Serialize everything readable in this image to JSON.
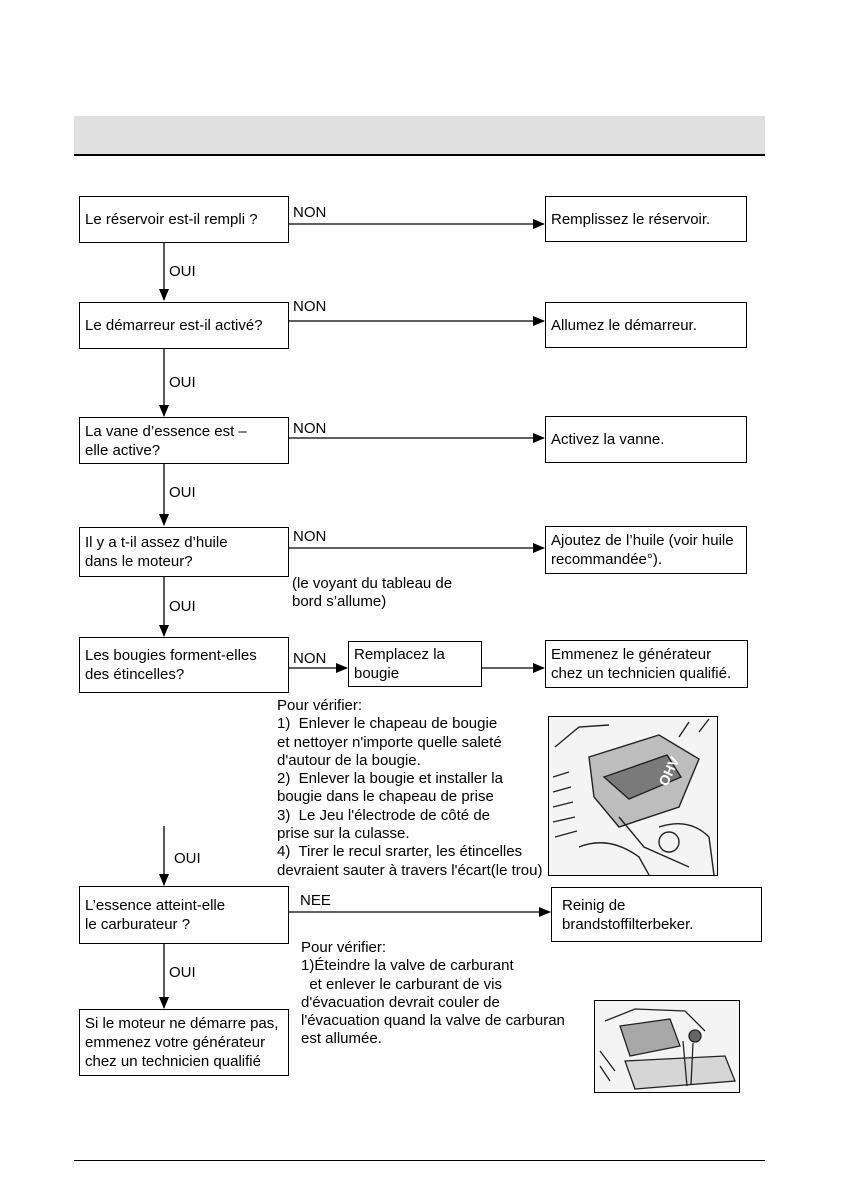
{
  "flow": {
    "questions": [
      "Le réservoir est-il rempli ?",
      "Le démarreur est-il activé?",
      "La vane d’essence est –\nelle active?",
      "Il y a t-il assez d’huile\ndans le moteur?",
      "Les bougies forment-elles\ndes étincelles?",
      "L’essence atteint-elle\nle carburateur ?",
      "Si le moteur ne démarre pas,\nemmenez votre générateur\nchez un technicien qualifié"
    ],
    "actions": [
      "Remplissez le réservoir.",
      "Allumez le démarreur.",
      "Activez la vanne.",
      "Ajoutez de l’huile (voir huile\nrecommandée°).",
      "Remplacez la\nbougie",
      "Emmenez le générateur\nchez un technicien qualifié.",
      "Reinig de\nbrandstoffilterbeker."
    ],
    "yes_label": "OUI",
    "no_label": "NON",
    "no_label_alt": "NEE",
    "oil_note": "(le voyant du tableau de\nbord s’allume)",
    "spark_check": "Pour vérifier:\n1)  Enlever le chapeau de bougie\net nettoyer n'importe quelle saleté\nd'autour de la bougie.\n2)  Enlever la bougie et installer la\nbougie dans le chapeau de prise\n3)  Le Jeu l'électrode de côté de\nprise sur la culasse.\n4)  Tirer le recul srarter, les étincelles\ndevraient sauter à travers l'écart(le trou)",
    "fuel_check": "Pour vérifier:\n1)Éteindre la valve de carburant\n  et enlever le carburant de vis\nd'évacuation devrait couler de\nl'évacuation quand la valve de carburant\nest allumée.",
    "spark_photo_text": "OHV"
  }
}
